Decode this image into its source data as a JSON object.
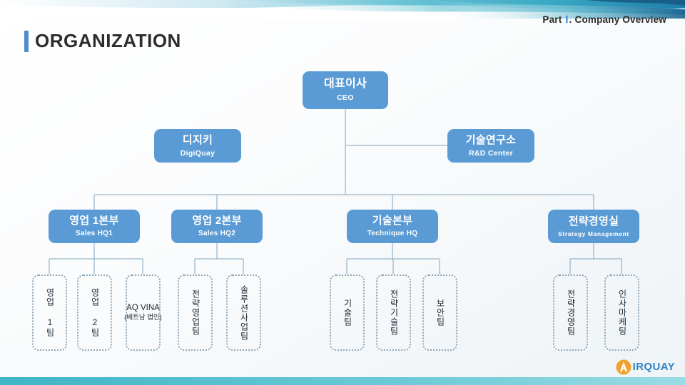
{
  "header": {
    "part_label_prefix": "Part",
    "part_label_roman": "Ⅰ",
    "part_label_suffix": ". Company Overview",
    "title": "ORGANIZATION"
  },
  "colors": {
    "node_fill": "#5a9bd5",
    "node_text": "#ffffff",
    "accent_bar": "#4a90cf",
    "connector": "#7fa3bd",
    "team_border": "#8fa6b8",
    "footer_gradient_start": "#3fb5c6",
    "footer_gradient_end": "#9adbe4",
    "logo_mark": "#f0a32a",
    "logo_text": "#2f83c4",
    "roman_numeral": "#2f75c4"
  },
  "org_chart": {
    "ceo": {
      "ko": "대표이사",
      "en": "CEO"
    },
    "staff": [
      {
        "ko": "디지키",
        "en": "DigiQuay"
      },
      {
        "ko": "기술연구소",
        "en": "R&D Center"
      }
    ],
    "divisions": [
      {
        "ko": "영업 1본부",
        "en": "Sales HQ1"
      },
      {
        "ko": "영업 2본부",
        "en": "Sales HQ2"
      },
      {
        "ko": "기술본부",
        "en": "Technique HQ"
      },
      {
        "ko": "전략경영실",
        "en": "Strategy Management"
      }
    ],
    "teams": [
      {
        "label": "영업 1팀",
        "parent": "Sales HQ1"
      },
      {
        "label": "영업 2팀",
        "parent": "Sales HQ1"
      },
      {
        "label": "AQ VINA",
        "sub": "(베트남 법인)",
        "parent": "Sales HQ1",
        "latin": true
      },
      {
        "label": "전략영업팀",
        "parent": "Sales HQ2"
      },
      {
        "label": "솔루션사업팀",
        "parent": "Sales HQ2"
      },
      {
        "label": "기술팀",
        "parent": "Technique HQ"
      },
      {
        "label": "전략기술팀",
        "parent": "Technique HQ"
      },
      {
        "label": "보안팀",
        "parent": "Technique HQ"
      },
      {
        "label": "전략경영팀",
        "parent": "Strategy Management"
      },
      {
        "label": "인사마케팅",
        "parent": "Strategy Management"
      }
    ]
  },
  "footer": {
    "logo_mark_letter": "A",
    "logo_text": "IRQUAY"
  }
}
